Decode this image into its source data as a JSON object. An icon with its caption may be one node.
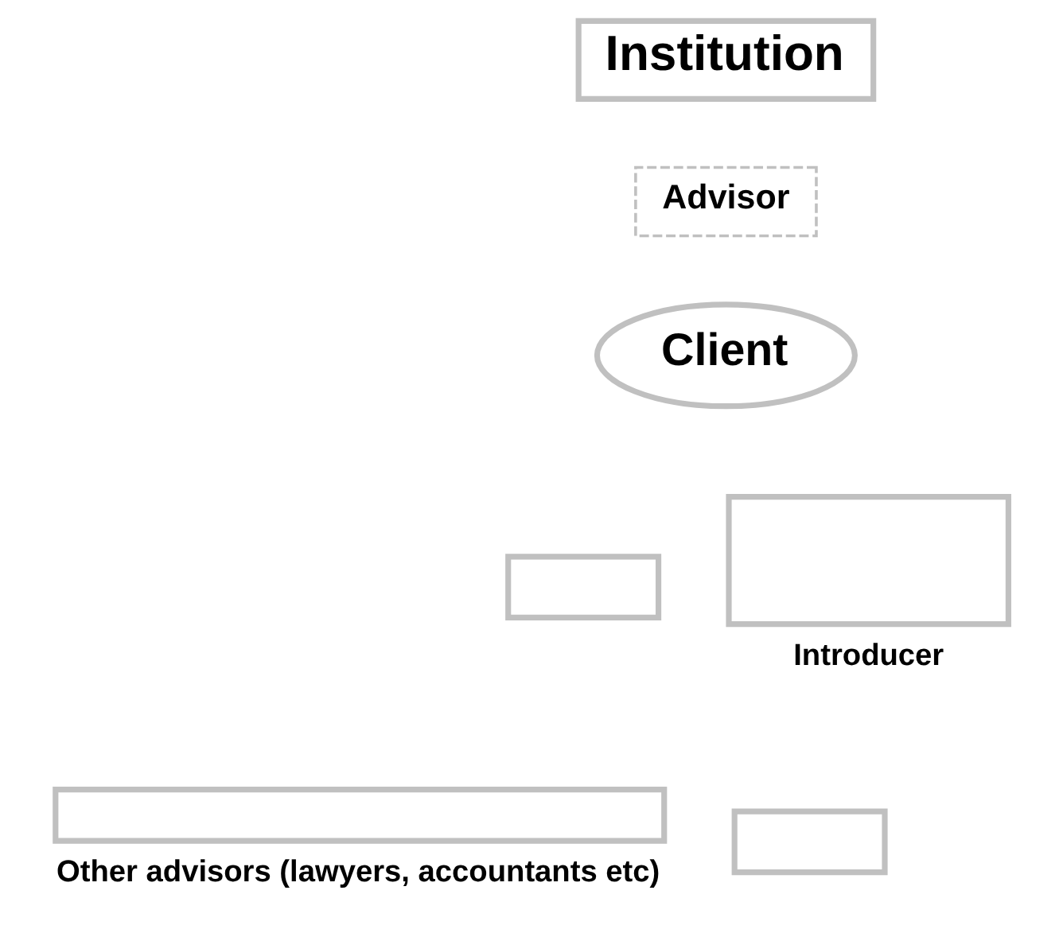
{
  "diagram": {
    "nodes": [
      {
        "text": [
          "Institution"
        ]
      },
      {
        "text": [
          "Advisor"
        ]
      },
      {
        "text": [
          "Client"
        ]
      },
      {
        "text": [
          "Other advisors (lawyers, accountants etc)"
        ]
      },
      {
        "text": [],
        "shape": "box"
      },
      {
        "text": [],
        "shape": "box"
      },
      {
        "text": [
          "Introducer"
        ]
      }
    ]
  }
}
